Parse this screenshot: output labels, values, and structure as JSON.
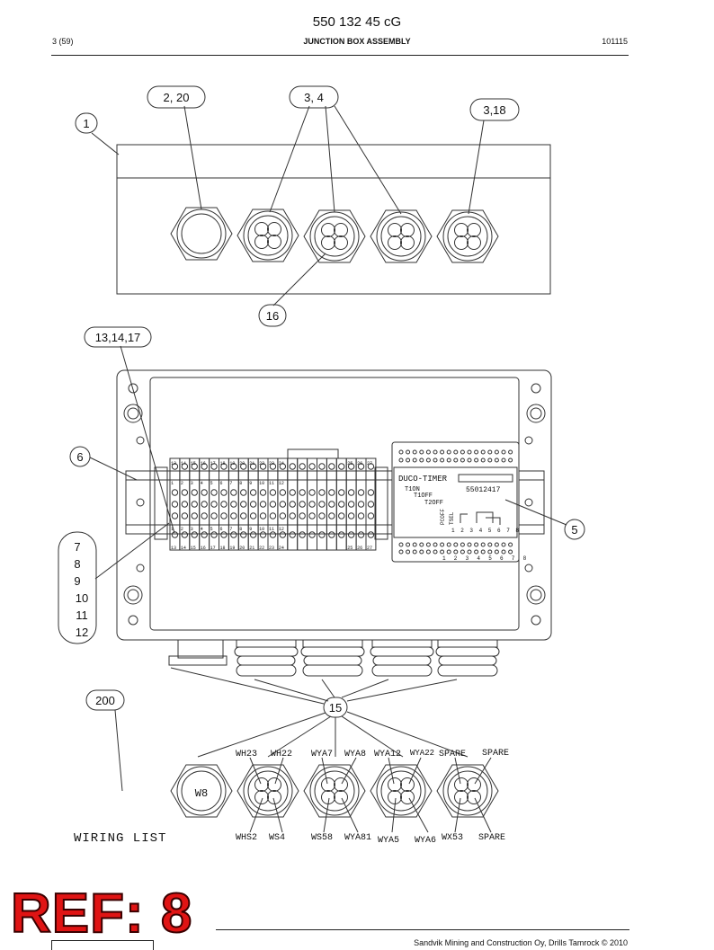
{
  "header": {
    "part_number": "550 132 45 cG",
    "page": "3 (59)",
    "title": "JUNCTION BOX ASSEMBLY",
    "date_code": "101115"
  },
  "callouts": {
    "c1": "1",
    "c2_20": "2, 20",
    "c3_4": "3, 4",
    "c3_18": "3,18",
    "c16": "16",
    "c13_14_17": "13,14,17",
    "c6": "6",
    "c5": "5",
    "c7_12": [
      "7",
      "8",
      "9",
      "10",
      "11",
      "12"
    ],
    "c200": "200",
    "c15": "15"
  },
  "timer": {
    "name": "DUCO-TIMER",
    "serial": "55012417",
    "t1on": "T1ON",
    "t1off": "T1OFF",
    "t2off": "T2OFF",
    "pcoff": "PCOFF",
    "tsel": "TSEL",
    "pins": "1 2 3 4 5 6 7 8"
  },
  "terminals": {
    "top_labels": [
      "13",
      "14",
      "15",
      "16",
      "17",
      "18",
      "19",
      "20",
      "21",
      "22",
      "23",
      "24",
      "",
      "",
      "",
      "",
      "",
      "",
      "25",
      "26",
      "27"
    ],
    "mid_labels": [
      "1",
      "2",
      "3",
      "4",
      "5",
      "6",
      "7",
      "8",
      "9",
      "10",
      "11",
      "12",
      "",
      "",
      "",
      "",
      "",
      "",
      "",
      "",
      ""
    ]
  },
  "wiring": {
    "w8": "W8",
    "top_labels": [
      "WH23",
      "WH22",
      "WYA7",
      "WYA8",
      "WYA12",
      "WYA22",
      "SPARE",
      "SPARE"
    ],
    "bottom_labels": [
      "WHS2",
      "WS4",
      "WS58",
      "WYA81",
      "WYA5",
      "WYA6",
      "WX53",
      "SPARE"
    ],
    "caption": "WIRING LIST"
  },
  "ref_stamp": "REF: 8",
  "footer": {
    "copyright": "Sandvik Mining and Construction Oy, Drills Tamrock © 2010"
  }
}
